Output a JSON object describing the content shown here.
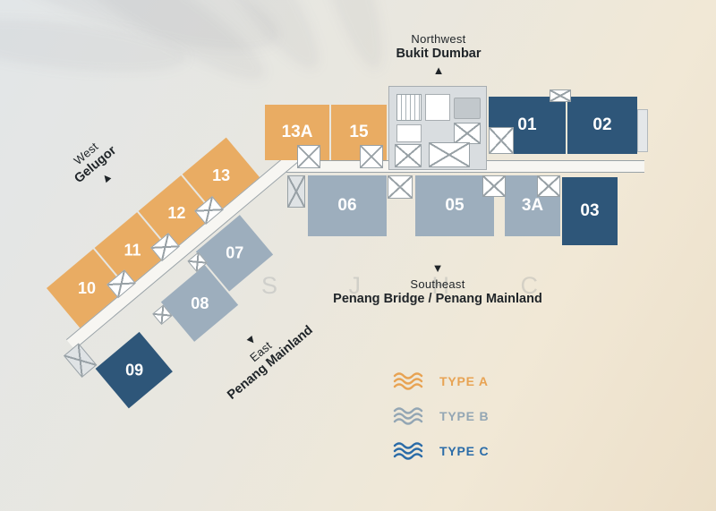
{
  "directions": {
    "northwest": {
      "region": "Northwest",
      "place": "Bukit Dumbar"
    },
    "west": {
      "region": "West",
      "place": "Gelugor"
    },
    "southeast": {
      "region": "Southeast",
      "place": "Penang Bridge / Penang Mainland"
    },
    "east": {
      "region": "East",
      "place": "Penang Mainland"
    }
  },
  "units": {
    "u13a": {
      "label": "13A",
      "type": "A"
    },
    "u15": {
      "label": "15",
      "type": "A"
    },
    "u13": {
      "label": "13",
      "type": "A"
    },
    "u12": {
      "label": "12",
      "type": "A"
    },
    "u11": {
      "label": "11",
      "type": "A"
    },
    "u10": {
      "label": "10",
      "type": "A"
    },
    "u06": {
      "label": "06",
      "type": "B"
    },
    "u05": {
      "label": "05",
      "type": "B"
    },
    "u3a": {
      "label": "3A",
      "type": "B"
    },
    "u07": {
      "label": "07",
      "type": "B"
    },
    "u08": {
      "label": "08",
      "type": "B"
    },
    "u01": {
      "label": "01",
      "type": "C"
    },
    "u02": {
      "label": "02",
      "type": "C"
    },
    "u03": {
      "label": "03",
      "type": "C"
    },
    "u09": {
      "label": "09",
      "type": "C"
    }
  },
  "legend": {
    "items": [
      {
        "label": "TYPE A",
        "color": "#E8A353"
      },
      {
        "label": "TYPE B",
        "color": "#93A6B4"
      },
      {
        "label": "TYPE C",
        "color": "#2B6CA8"
      }
    ]
  },
  "watermark": "S J H C",
  "colors": {
    "type_a_unit": "#E9AC63",
    "type_b_unit": "#9DAEBD",
    "type_c_unit": "#2E5679",
    "core_fill": "#D9DDE0",
    "corridor_fill": "#F7F6F2",
    "text": "#1F2428"
  }
}
